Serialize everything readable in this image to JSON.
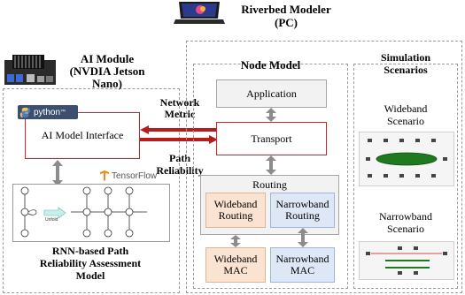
{
  "riverbed": {
    "title_line1": "Riverbed Modeler",
    "title_line2": "(PC)"
  },
  "ai_module": {
    "title_line1": "AI Module",
    "title_line2": "(NVDIA Jetson",
    "title_line3": "Nano)",
    "interface_label": "AI Model Interface",
    "python_label": "python",
    "tensorflow_label": "TensorFlow",
    "rnn_caption_line1": "RNN-based Path",
    "rnn_caption_line2": "Reliability Assessment",
    "rnn_caption_line3": "Model",
    "unfold_label": "Unfold"
  },
  "connections": {
    "top_label_line1": "Network",
    "top_label_line2": "Metric",
    "bottom_label_line1": "Path",
    "bottom_label_line2": "Reliability"
  },
  "node_model": {
    "title": "Node Model",
    "application": "Application",
    "transport": "Transport",
    "routing": "Routing",
    "wideband_routing_line1": "Wideband",
    "wideband_routing_line2": "Routing",
    "narrowband_routing_line1": "Narrowband",
    "narrowband_routing_line2": "Routing",
    "wideband_mac_line1": "Wideband",
    "wideband_mac_line2": "MAC",
    "narrowband_mac_line1": "Narrowband",
    "narrowband_mac_line2": "MAC"
  },
  "simulation": {
    "title_line1": "Simulation",
    "title_line2": "Scenarios",
    "wideband_line1": "Wideband",
    "wideband_line2": "Scenario",
    "narrowband_line1": "Narrowband",
    "narrowband_line2": "Scenario"
  },
  "colors": {
    "red_border": "#c0282d",
    "arrow_red": "#b71c1c",
    "arrow_gray": "#8c8c8c",
    "wideband_fill": "#fbe3d2",
    "narrowband_fill": "#dde7f5",
    "routing_fill": "#f2f2f2",
    "green": "#2e7d32"
  }
}
